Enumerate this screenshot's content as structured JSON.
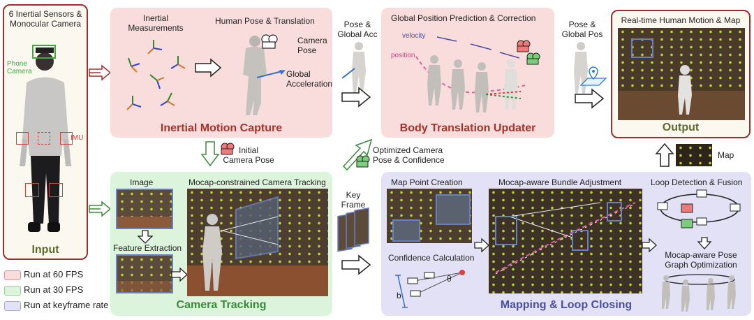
{
  "input": {
    "title": "6 Inertial Sensors &\nMonocular Camera",
    "phone_camera": "Phone\nCamera",
    "imu": "IMU",
    "label": "Input"
  },
  "legend": [
    {
      "label": "Run at 60 FPS",
      "color": "#f8dcdc"
    },
    {
      "label": "Run at 30 FPS",
      "color": "#dcf3dc"
    },
    {
      "label": "Run at keyframe rate",
      "color": "#e2e1f5"
    }
  ],
  "inertial": {
    "measurements": "Inertial\nMeasurements",
    "pose_translation": "Human Pose & Translation",
    "camera_pose": "Camera\nPose",
    "global_acc": "Global\nAcceleration",
    "title": "Inertial Motion Capture"
  },
  "arrows": {
    "pose_global_acc": "Pose &\nGlobal Acc",
    "initial_camera_pose": "Initial\nCamera Pose",
    "optimized": "Optimized Camera\nPose & Confidence",
    "pose_global_pos": "Pose &\nGlobal Pos",
    "key_frame": "Key\nFrame",
    "map": "Map"
  },
  "body_translation": {
    "heading": "Global Position Prediction & Correction",
    "velocity": "velocity",
    "position": "position",
    "title": "Body Translation Updater"
  },
  "output": {
    "heading": "Real-time Human Motion & Map",
    "title": "Output"
  },
  "camera_tracking": {
    "image": "Image",
    "feature_extraction": "Feature Extraction",
    "heading": "Mocap-constrained Camera Tracking",
    "title": "Camera Tracking"
  },
  "mapping": {
    "map_point": "Map Point Creation",
    "bundle": "Mocap-aware Bundle Adjustment",
    "loop_detection": "Loop Detection & Fusion",
    "confidence": "Confidence Calculation",
    "theta": "θ",
    "b": "b",
    "pose_graph": "Mocap-aware Pose\nGraph Optimization",
    "title": "Mapping & Loop Closing"
  },
  "colors": {
    "red_accent": "#a8312a",
    "green_accent": "#3b8a3b",
    "blue_accent": "#4b4ea3",
    "olive_title": "#5e6a2c"
  }
}
